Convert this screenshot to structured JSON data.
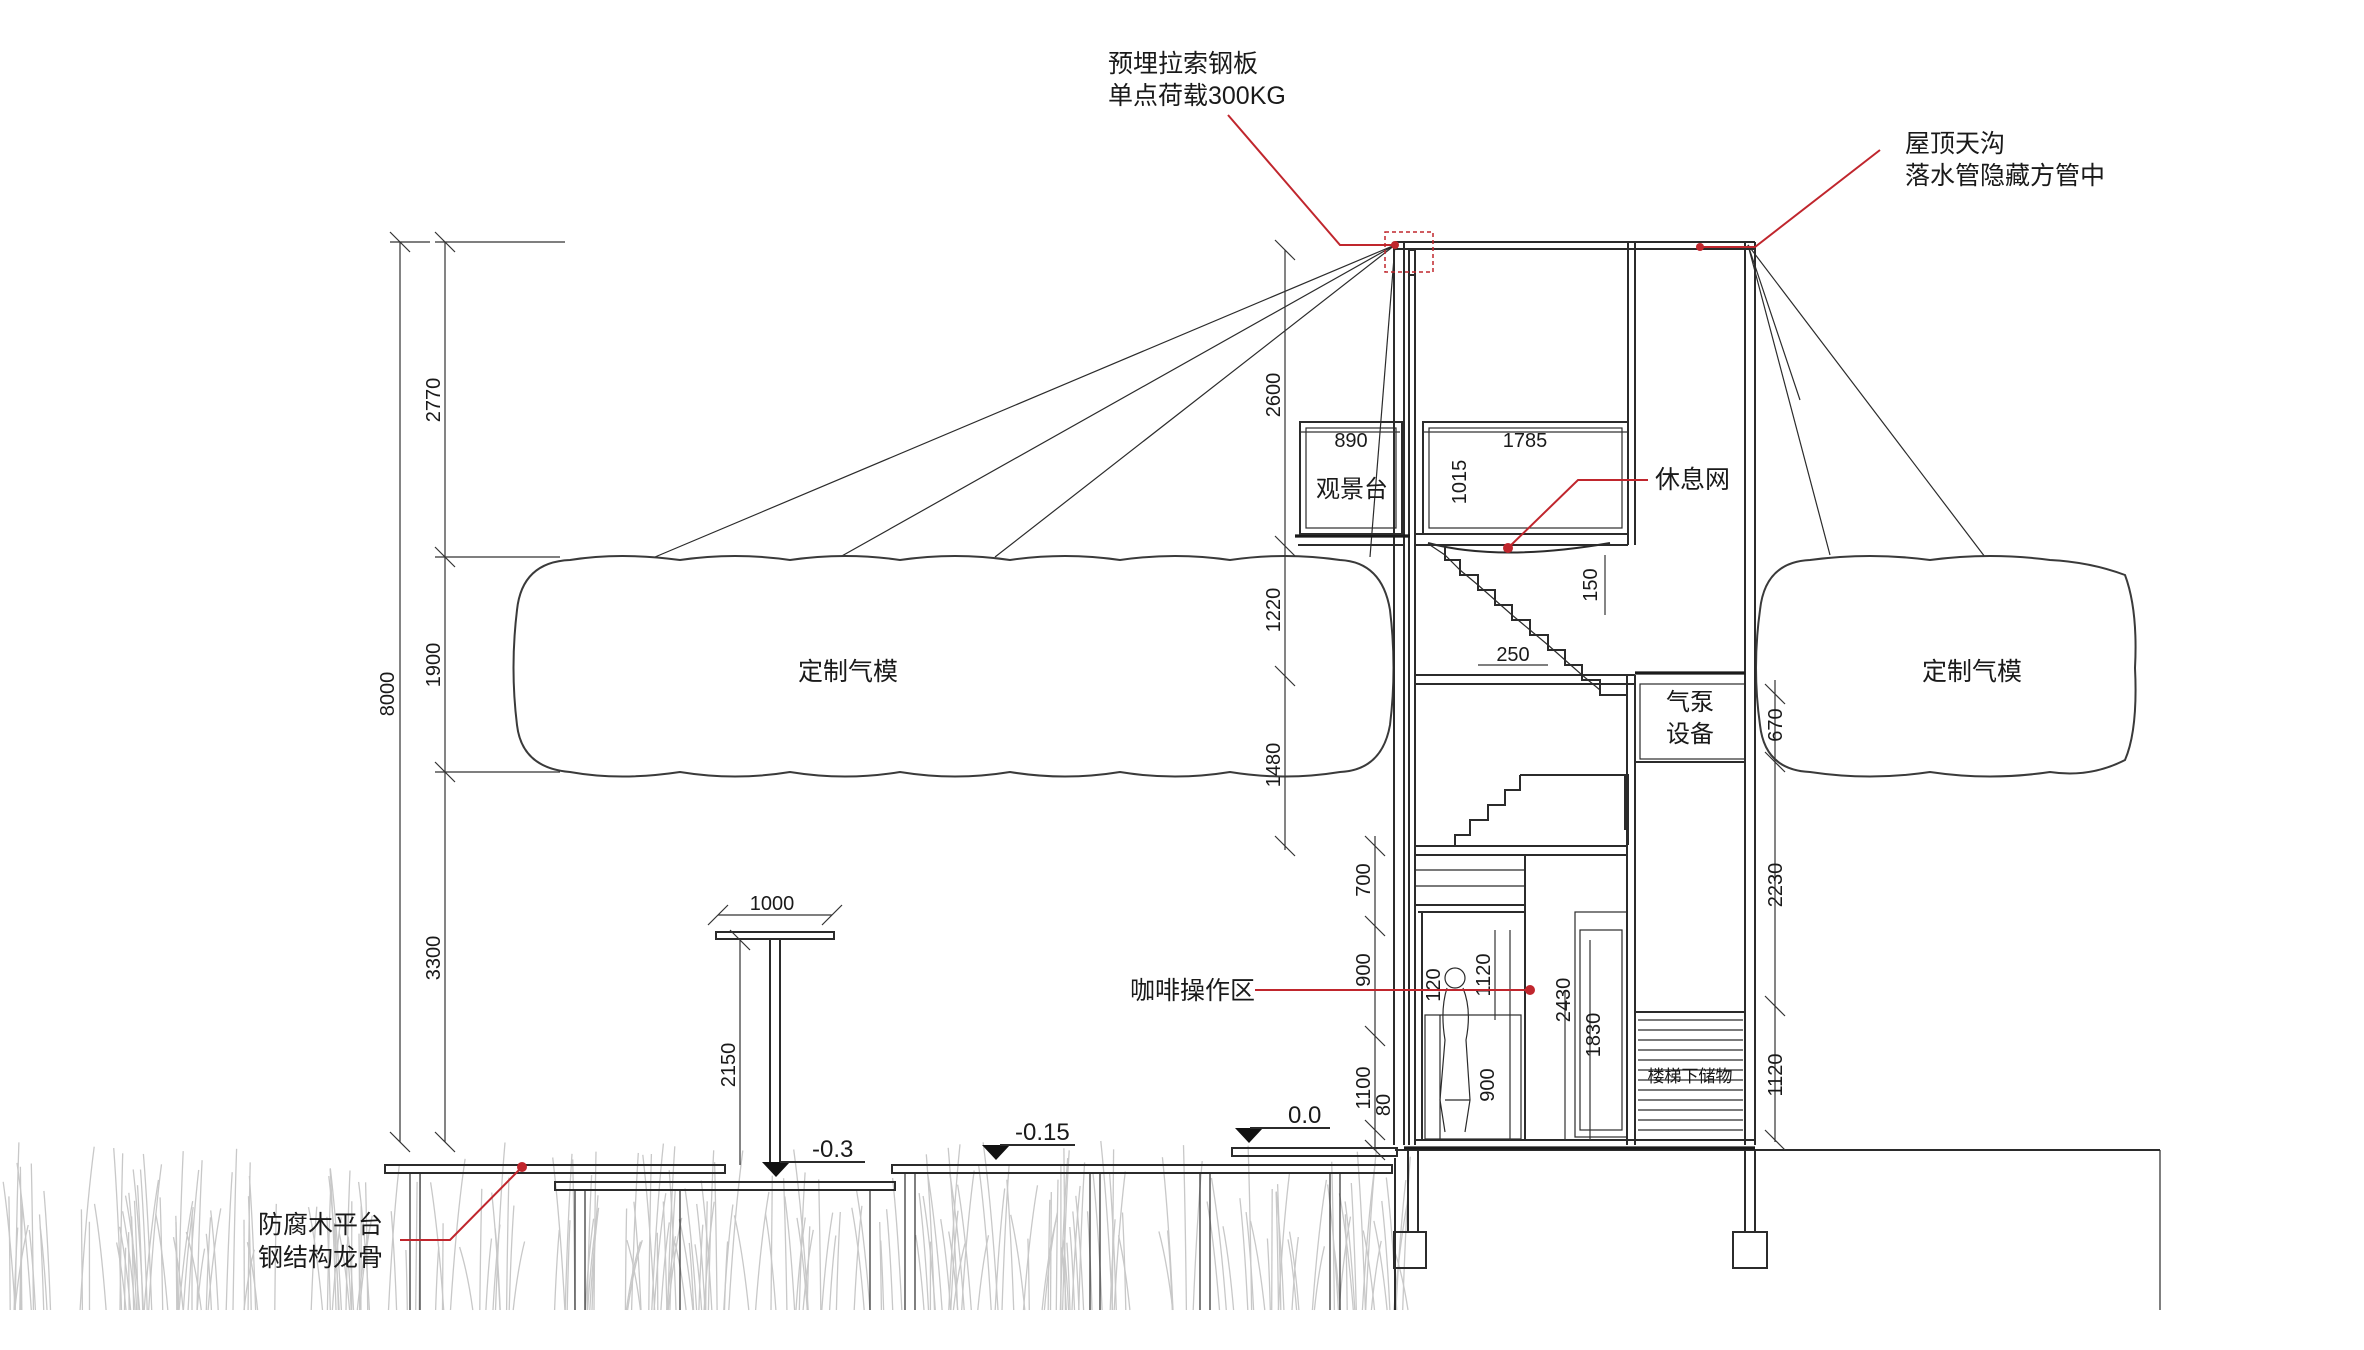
{
  "annotations": {
    "anchor_plate_line1": "预埋拉索钢板",
    "anchor_plate_line2": "单点荷载300KG",
    "gutter_line1": "屋顶天沟",
    "gutter_line2": "落水管隐藏方管中",
    "hammock": "休息网",
    "coffee_area": "咖啡操作区",
    "deck_line1": "防腐木平台",
    "deck_line2": "钢结构龙骨"
  },
  "labels": {
    "left_inflatable": "定制气模",
    "right_inflatable": "定制气模",
    "viewing_deck": "观景台",
    "pump_line1": "气泵",
    "pump_line2": "设备",
    "under_stair_storage": "楼梯下储物"
  },
  "levels": {
    "level_a": "-0.3",
    "level_b": "-0.15",
    "level_c": "0.0"
  },
  "dimensions": {
    "total_height": "8000",
    "seg_top": "2770",
    "seg_mid": "1900",
    "seg_bottom": "3300",
    "table_width": "1000",
    "table_height": "2150",
    "d_2600": "2600",
    "d_1220": "1220",
    "d_1480": "1480",
    "d_700": "700",
    "d_900": "900",
    "d_1100": "1100",
    "d_80": "80",
    "d_890": "890",
    "d_1785": "1785",
    "d_1015": "1015",
    "d_150": "150",
    "d_250": "250",
    "d_670": "670",
    "d_2230": "2230",
    "d_1120_right": "1120",
    "d_120": "120",
    "d_1120_inner": "1120",
    "d_2430": "2430",
    "d_1830": "1830",
    "d_900_inner": "900"
  },
  "colors": {
    "annotation_red": "#c0262d",
    "line_dark": "#2b2b2b",
    "grass_gray": "#c8c8c8"
  }
}
